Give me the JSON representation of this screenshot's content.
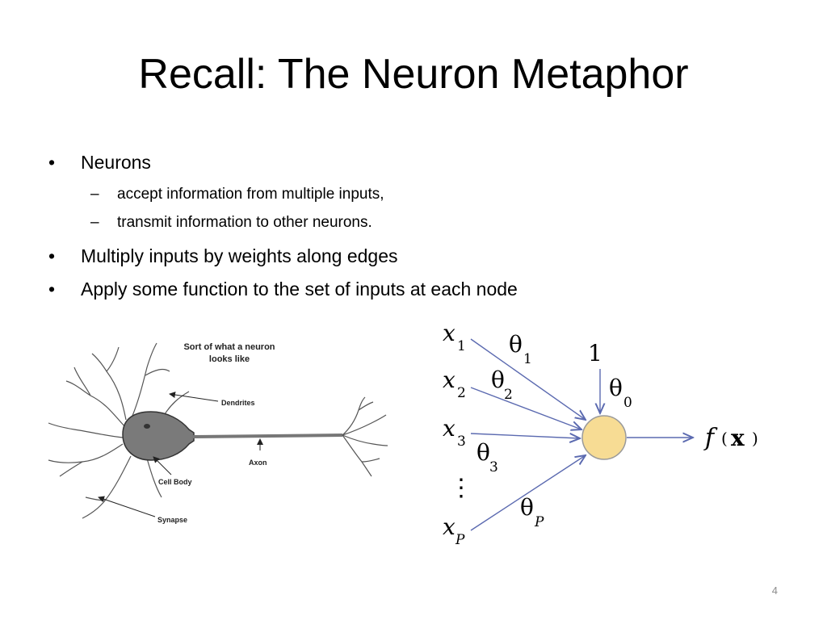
{
  "slide": {
    "title": "Recall: The Neuron Metaphor",
    "bullets": [
      {
        "mark": "•",
        "text": "Neurons"
      },
      {
        "mark": "–",
        "text": "accept information from multiple inputs,"
      },
      {
        "mark": "–",
        "text": "transmit information to other neurons."
      },
      {
        "mark": "•",
        "text": "Multiply inputs by weights along edges"
      },
      {
        "mark": "•",
        "text": "Apply some function to the set of inputs at each node"
      }
    ],
    "page_number": "4"
  },
  "neuron_figure": {
    "caption_line1": "Sort of what a neuron",
    "caption_line2": "looks like",
    "label_dendrites": "Dendrites",
    "label_axon": "Axon",
    "label_cell_body": "Cell Body",
    "label_synapse": "Synapse",
    "cell_color": "#7a7a7a"
  },
  "perceptron_figure": {
    "inputs": [
      "x",
      "x",
      "x",
      "x"
    ],
    "input_subscripts": [
      "1",
      "2",
      "3",
      "P"
    ],
    "weights": [
      "θ",
      "θ",
      "θ",
      "θ"
    ],
    "weight_subscripts": [
      "1",
      "2",
      "3",
      "P"
    ],
    "bias_input": "1",
    "bias_weight": "θ",
    "bias_subscript": "0",
    "dots": "⋮",
    "output_f": "f",
    "output_open": "(",
    "output_x": "x",
    "output_close": ")",
    "node_color": "#f7dc94",
    "arrow_color": "#5b6ab0"
  }
}
